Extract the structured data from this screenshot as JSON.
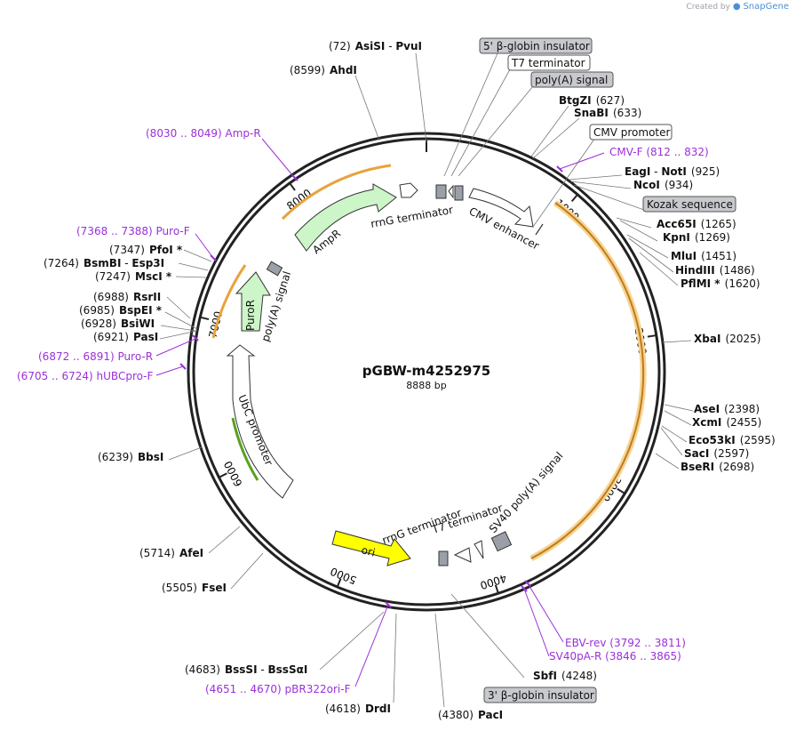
{
  "credit": {
    "prefix": "Created by",
    "brand": "SnapGene",
    "icon": "snapgene-logo-icon"
  },
  "plasmid": {
    "name": "pGBW-m4252975",
    "length_label": "8888 bp",
    "length": 8888
  },
  "ticks": [
    "1000",
    "2000",
    "3000",
    "4000",
    "5000",
    "6000",
    "7000",
    "8000"
  ],
  "enzymes": [
    {
      "pos": "(72)",
      "name": "AsiSI",
      "name2": "PvuI"
    },
    {
      "pos": "(8599)",
      "name": "AhdI"
    },
    {
      "pos": "(627)",
      "name": "BtgZI"
    },
    {
      "pos": "(633)",
      "name": "SnaBI"
    },
    {
      "pos": "(925)",
      "name": "EagI",
      "name2": "NotI"
    },
    {
      "pos": "(934)",
      "name": "NcoI"
    },
    {
      "pos": "(1265)",
      "name": "Acc65I"
    },
    {
      "pos": "(1269)",
      "name": "KpnI"
    },
    {
      "pos": "(1451)",
      "name": "MluI"
    },
    {
      "pos": "(1486)",
      "name": "HindIII"
    },
    {
      "pos": "(1620)",
      "name": "PflMI *"
    },
    {
      "pos": "(2025)",
      "name": "XbaI"
    },
    {
      "pos": "(2398)",
      "name": "AseI"
    },
    {
      "pos": "(2455)",
      "name": "XcmI"
    },
    {
      "pos": "(2595)",
      "name": "Eco53kI"
    },
    {
      "pos": "(2597)",
      "name": "SacI"
    },
    {
      "pos": "(2698)",
      "name": "BseRI"
    },
    {
      "pos": "(4248)",
      "name": "SbfI"
    },
    {
      "pos": "(4380)",
      "name": "PacI"
    },
    {
      "pos": "(4618)",
      "name": "DrdI"
    },
    {
      "pos": "(4683)",
      "name": "BssSI",
      "name2": "BssSαI"
    },
    {
      "pos": "(5505)",
      "name": "FseI"
    },
    {
      "pos": "(5714)",
      "name": "AfeI"
    },
    {
      "pos": "(6239)",
      "name": "BbsI"
    },
    {
      "pos": "(6921)",
      "name": "PasI"
    },
    {
      "pos": "(6928)",
      "name": "BsiWI"
    },
    {
      "pos": "(6985)",
      "name": "BspEI *"
    },
    {
      "pos": "(6988)",
      "name": "RsrII"
    },
    {
      "pos": "(7247)",
      "name": "MscI *"
    },
    {
      "pos": "(7264)",
      "name": "BsmBI",
      "name2": "Esp3I"
    },
    {
      "pos": "(7347)",
      "name": "PfoI *"
    }
  ],
  "primers": [
    {
      "range": "(8030 .. 8049)",
      "name": "Amp-R"
    },
    {
      "range": "(812 .. 832)",
      "name": "CMV-F"
    },
    {
      "range": "(7368 .. 7388)",
      "name": "Puro-F"
    },
    {
      "range": "(6872 .. 6891)",
      "name": "Puro-R"
    },
    {
      "range": "(6705 .. 6724)",
      "name": "hUBCpro-F"
    },
    {
      "range": "(3792 .. 3811)",
      "name": "EBV-rev"
    },
    {
      "range": "(3846 .. 3865)",
      "name": "SV40pA-R"
    },
    {
      "range": "(4651 .. 4670)",
      "name": "pBR322ori-F"
    }
  ],
  "boxed_labels": {
    "b5_globin_top": "5' β-globin insulator",
    "t7_top": "T7 terminator",
    "polya_top": "poly(A) signal",
    "cmv_promoter": "CMV promoter",
    "kozak": "Kozak sequence",
    "b3_globin": "3' β-globin insulator"
  },
  "features": {
    "rrng_top": "rrnG terminator",
    "cmv_enhancer": "CMV enhancer",
    "ampr": "AmpR",
    "puror": "PuroR",
    "polya_left": "poly(A) signal",
    "ubc": "UbC promoter",
    "ori": "ori",
    "rrng_bottom": "rrnG terminator",
    "t7_bottom": "T7 terminator",
    "sv40": "SV40 poly(A) signal"
  },
  "colors": {
    "primer": "#9b30d9",
    "ampr_fill": "#ccf5c8",
    "ori_fill": "#ffff00",
    "orf_orange": "#e8a33c",
    "grey_box": "#9ba0a8"
  }
}
